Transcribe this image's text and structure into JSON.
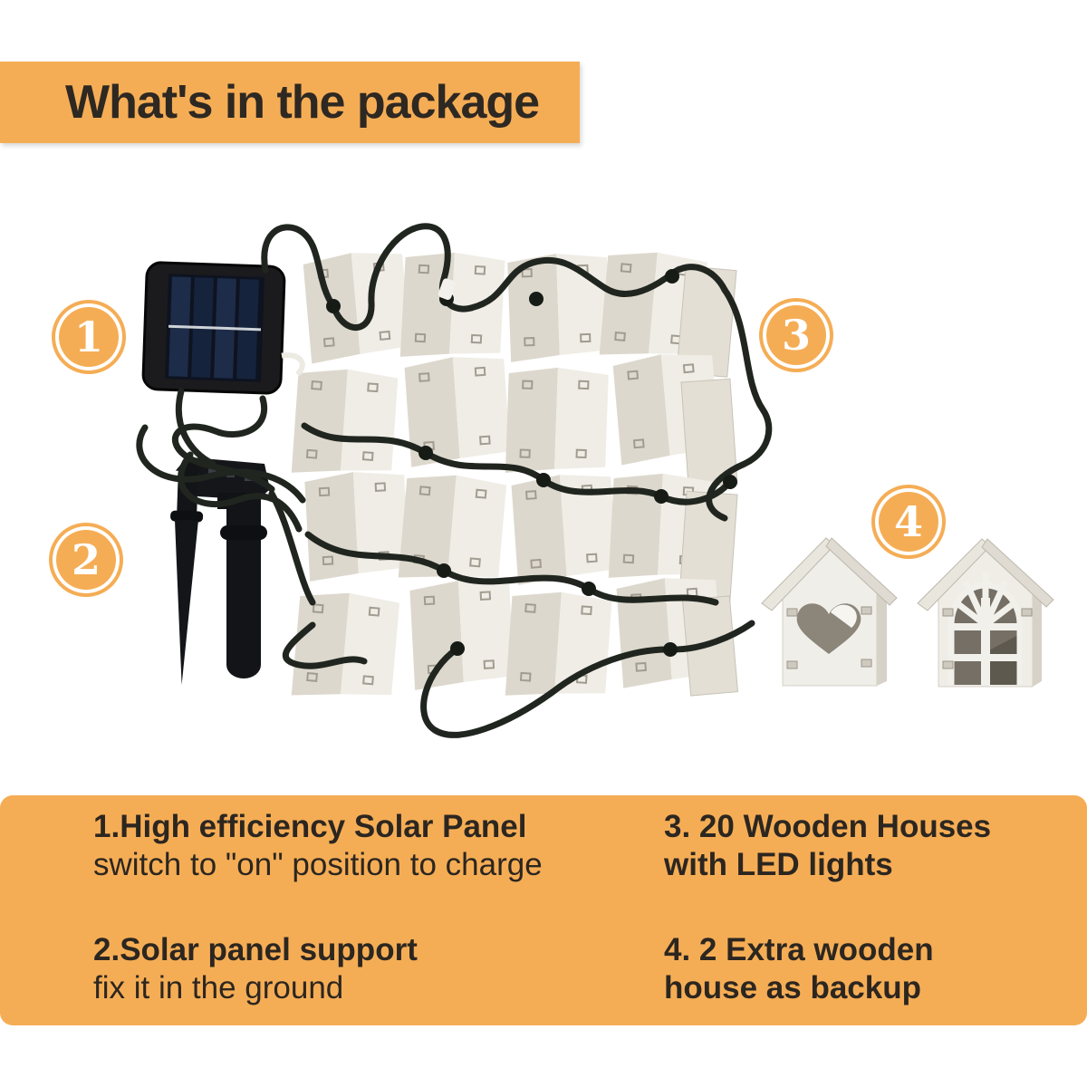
{
  "header": {
    "title": "What's in the package"
  },
  "markers": {
    "m1": "1",
    "m2": "2",
    "m3": "3",
    "m4": "4"
  },
  "legend": {
    "items": [
      {
        "title": "1.High efficiency Solar Panel",
        "desc": "switch to \"on\" position to charge"
      },
      {
        "title": "2.Solar panel support",
        "desc": "fix it in the ground"
      },
      {
        "title": "3. 20 Wooden Houses",
        "desc": "with LED lights"
      },
      {
        "title": "4. 2 Extra wooden",
        "desc": "house as backup"
      }
    ]
  },
  "illustration": {
    "solar_panel": "solar panel with cable",
    "stakes": "two black ground stakes",
    "house_string": "string light of 20 flat wooden houses tangled with dark wire",
    "spare_houses": "two spare wooden houses: heart cutout and lattice window"
  },
  "colors": {
    "accent": "#f5ad55",
    "heading_text": "#2e2822",
    "body_text": "#2c2620",
    "wire": "#20261f"
  }
}
